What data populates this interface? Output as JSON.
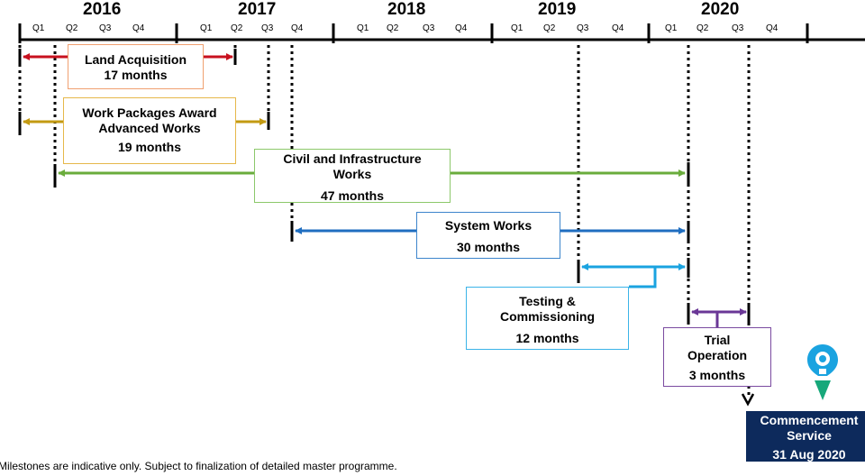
{
  "timeline": {
    "years": [
      "2016",
      "2017",
      "2018",
      "2019",
      "2020"
    ],
    "quarter_labels": [
      "Q1",
      "Q2",
      "Q3",
      "Q4"
    ]
  },
  "phases": [
    {
      "name_lines": [
        "Land Acquisition"
      ],
      "duration": "17 months",
      "color": "#c8101e",
      "border": "#f0a070"
    },
    {
      "name_lines": [
        "Work Packages Award",
        "Advanced Works"
      ],
      "duration": "19 months",
      "color": "#c39a12",
      "border": "#e6b84a"
    },
    {
      "name_lines": [
        "Civil and Infrastructure",
        "Works"
      ],
      "duration": "47 months",
      "color": "#6aac3c",
      "border": "#8cc86a"
    },
    {
      "name_lines": [
        "System Works"
      ],
      "duration": "30 months",
      "color": "#1f6ec0",
      "border": "#3d85cc"
    },
    {
      "name_lines": [
        "Testing &",
        "Commissioning"
      ],
      "duration": "12 months",
      "color": "#1aa3e0",
      "border": "#3bb4e8"
    },
    {
      "name_lines": [
        "Trial",
        "Operation"
      ],
      "duration": "3 months",
      "color": "#6a3796",
      "border": "#7a4aa0"
    }
  ],
  "milestone": {
    "lines": [
      "Commencement",
      "Service",
      "31 Aug 2020"
    ],
    "background": "#0d2a5c",
    "icon": "location-pin-icon"
  },
  "footnote": "Milestones are indicative only. Subject to finalization of detailed master programme."
}
